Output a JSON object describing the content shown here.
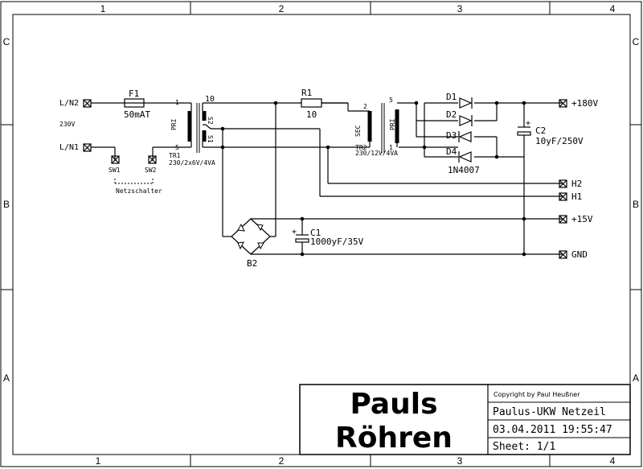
{
  "border": {
    "columns": [
      "1",
      "2",
      "3",
      "4"
    ],
    "rows": [
      "C",
      "B",
      "A"
    ]
  },
  "title_block": {
    "logo_line1": "Pauls",
    "logo_line2": "Röhren",
    "copyright": "Copyright by Paul Heußner",
    "title": "Paulus-UKW Netzeil",
    "datetime": "03.04.2011 19:55:47",
    "sheet": "Sheet: 1/1"
  },
  "schematic": {
    "inputs": {
      "ln2": "L/N2",
      "voltage": "230V",
      "ln1": "L/N1"
    },
    "fuse": {
      "ref": "F1",
      "value": "50mAT"
    },
    "switches": {
      "sw1": "SW1",
      "sw2": "SW2",
      "name": "Netzschalter"
    },
    "tr1": {
      "ref": "TR1",
      "value": "230/2x6V/4VA",
      "pri": "PRI",
      "pin1": "1",
      "pin5": "5",
      "pin10": "10",
      "s2": "S2",
      "s1": "S1"
    },
    "r1": {
      "ref": "R1",
      "value": "10"
    },
    "tr2": {
      "ref": "TR2",
      "value": "230/12V/4VA",
      "sec": "SEC",
      "pri": "PRI",
      "pin2": "2",
      "pin1": "1",
      "pin5": "5"
    },
    "diodes": {
      "d1": "D1",
      "d2": "D2",
      "d3": "D3",
      "d4": "D4",
      "type": "1N4007"
    },
    "c2": {
      "ref": "C2",
      "value": "10yF/250V"
    },
    "c1": {
      "ref": "C1",
      "value": "1000yF/35V"
    },
    "bridge": {
      "ref": "B2"
    },
    "outputs": {
      "v180": "+180V",
      "h2": "H2",
      "h1": "H1",
      "v15": "+15V",
      "gnd": "GND"
    }
  }
}
